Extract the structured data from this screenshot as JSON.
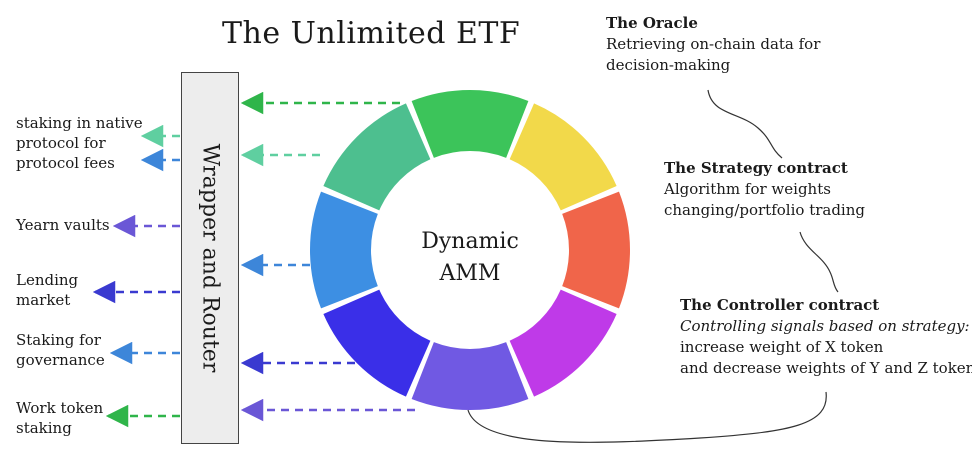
{
  "title": "The Unlimited ETF",
  "wrapper": {
    "label": "Wrapper and Router"
  },
  "amm": {
    "line1": "Dynamic",
    "line2": "AMM"
  },
  "left_labels": [
    {
      "lines": [
        "staking in native",
        "protocol for",
        "protocol fees"
      ]
    },
    {
      "lines": [
        "Yearn vaults"
      ]
    },
    {
      "lines": [
        "Lending",
        "market"
      ]
    },
    {
      "lines": [
        "Staking for",
        "governance"
      ]
    },
    {
      "lines": [
        "Work token",
        "staking"
      ]
    }
  ],
  "oracle": {
    "heading": "The Oracle",
    "body": [
      "Retrieving on-chain data for",
      "decision-making"
    ]
  },
  "strategy": {
    "heading": "The Strategy contract",
    "body": [
      "Algorithm for weights",
      "changing/portfolio trading"
    ]
  },
  "controller": {
    "heading": "The Controller contract",
    "italic_line": "Controlling signals based on strategy:",
    "body": [
      "increase weight of X token",
      "and decrease weights of Y and Z tokens"
    ]
  },
  "colors": {
    "segments": [
      "#3cc45a",
      "#f2d94a",
      "#f0654a",
      "#bf3ae8",
      "#7059e3",
      "#3a2fe8",
      "#3d8fe3",
      "#4dbf8f"
    ],
    "arrow_green": "#2fb54a",
    "arrow_teal": "#5fcfa0",
    "arrow_blue": "#3d86d9",
    "arrow_violet": "#6a57d6",
    "arrow_navy": "#3a3ad0"
  }
}
